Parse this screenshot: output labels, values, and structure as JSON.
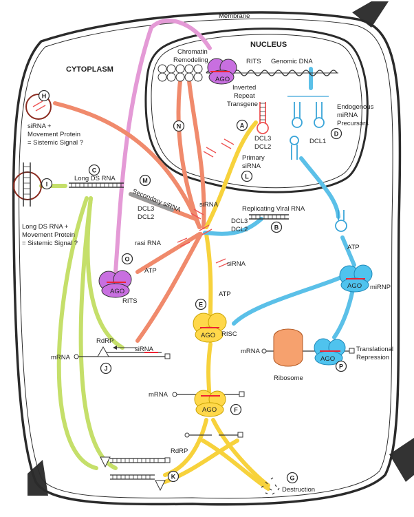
{
  "regions": {
    "membrane": "Membrane",
    "nucleus": "NUCLEUS",
    "cytoplasm": "CYTOPLASM"
  },
  "labels": {
    "chromatin_1": "Chromatin",
    "chromatin_2": "Remodeling",
    "rits_top": "RITS",
    "genomic_dna": "Genomic DNA",
    "inverted_1": "Inverted",
    "inverted_2": "Repeat",
    "inverted_3": "Transgene",
    "endo_1": "Endogenous",
    "endo_2": "miRNA",
    "endo_3": "Precursors",
    "dcl3_a": "DCL3",
    "dcl2_a": "DCL2",
    "primary_1": "Primary",
    "primary_2": "siRNA",
    "dcl1": "DCL1",
    "h_1": "siRNA +",
    "h_2": "Movement Protein",
    "h_3": "= Sistemic Signal ?",
    "long_ds": "Long DS RNA",
    "secondary_sirna": "Secondary siRNA",
    "dcl3_b": "DCL3",
    "dcl2_b": "DCL2",
    "sirna_center": "siRNA",
    "replicating": "Replicating Viral RNA",
    "dcl3_c": "DCL3",
    "dcl2_c": "DCL2",
    "i_1": "Long DS RNA +",
    "i_2": "Movement Protein",
    "i_3": "= Sistemic Signal ?",
    "rasi": "rasi RNA",
    "atp_o": "ATP",
    "sirna_right": "siRNA",
    "atp_right": "ATP",
    "mirnp": "miRNP",
    "atp_e": "ATP",
    "rits_bottom": "RITS",
    "risc": "RISC",
    "rdrp_j": "RdRP",
    "sirna_j": "siRNA",
    "mrna_j": "mRNA",
    "mrna_p": "mRNA",
    "ribosome": "Ribosome",
    "trans_1": "Translational",
    "trans_2": "Repression",
    "mrna_f": "mRNA",
    "rdrp_k": "RdRP",
    "destruction": "Destruction",
    "ago": "AGO"
  },
  "step_markers": {
    "A": "A",
    "B": "B",
    "C": "C",
    "D": "D",
    "E": "E",
    "F": "F",
    "G": "G",
    "H": "H",
    "I": "I",
    "J": "J",
    "K": "K",
    "L": "L",
    "M": "M",
    "N": "N",
    "O": "O",
    "P": "P"
  },
  "colors": {
    "salmon": "#f08a6c",
    "yellow": "#f7d23c",
    "blue": "#5bc0e8",
    "green": "#c5df6a",
    "pink": "#e49ad6",
    "gray": "#9a9a9a",
    "ago_purple": "#c86fe0",
    "ago_yellow": "#ffd84a",
    "ago_blue": "#4fc3ee",
    "ribosome": "#f6a16e"
  }
}
